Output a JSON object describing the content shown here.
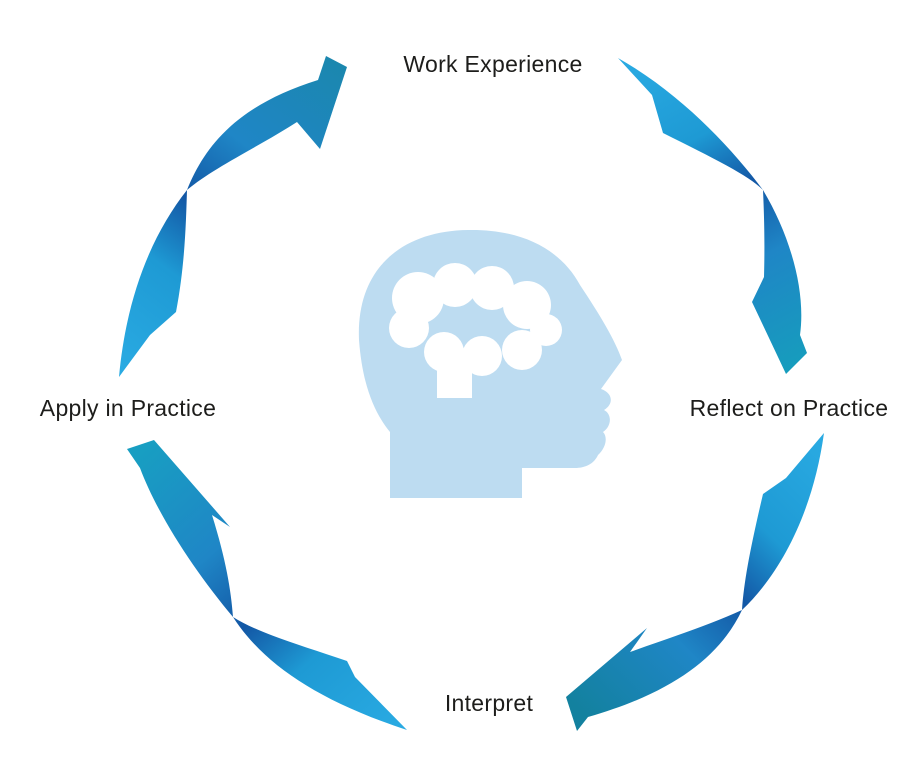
{
  "diagram": {
    "type": "cycle",
    "direction": "clockwise",
    "center_icon": "head-with-brain-icon"
  },
  "cycle": {
    "steps": [
      {
        "label": "Work Experience",
        "position": "top"
      },
      {
        "label": "Reflect on Practice",
        "position": "right"
      },
      {
        "label": "Interpret",
        "position": "bottom"
      },
      {
        "label": "Apply in Practice",
        "position": "left"
      }
    ]
  },
  "icons": {
    "arrows": [
      {
        "name": "arrow-apply-to-work",
        "from": "Apply in Practice",
        "to": "Work Experience"
      },
      {
        "name": "arrow-work-to-reflect",
        "from": "Work Experience",
        "to": "Reflect on Practice"
      },
      {
        "name": "arrow-reflect-to-interpret",
        "from": "Reflect on Practice",
        "to": "Interpret"
      },
      {
        "name": "arrow-interpret-to-apply",
        "from": "Interpret",
        "to": "Apply in Practice"
      }
    ],
    "center": "head-with-brain-icon"
  },
  "colors": {
    "background": "#ffffff",
    "text": "#1d1d1b",
    "cyan": "#2aabe3",
    "mid_cyan": "#1e9ad4",
    "navy": "#1357a5",
    "blue": "#1f86c6",
    "teal_1": "#1b87ae",
    "teal_2": "#169dbd",
    "teal_3": "#13819f",
    "teal_4": "#189ec2",
    "head_silhouette": "#bddcf1",
    "brain": "#ffffff"
  }
}
